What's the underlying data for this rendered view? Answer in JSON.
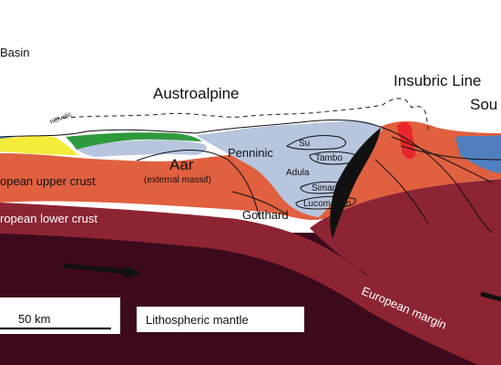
{
  "labels": {
    "basin": "Basin",
    "austroalpine": "Austroalpine",
    "insubric_line": "Insubric Line",
    "south_partial": "Sou",
    "helvetic": "Helvetic",
    "penninic": "Penninic",
    "su": "Su",
    "tambo": "Tambo",
    "adula": "Adula",
    "simano": "Simano",
    "lucomagno": "Lucomagno",
    "aar": "Aar",
    "aar_sub": "(external massif)",
    "gotthard": "Gotthard",
    "upper_crust": "opean upper crust",
    "lower_crust": "ropean lower crust",
    "mantle": "Lithospheric mantle",
    "european_margin": "European margin",
    "scale": "50 km"
  },
  "colors": {
    "mantle": "#3d0a1c",
    "lower_crust": "#8c2433",
    "upper_crust": "#e0603f",
    "penninic": "#b7c5de",
    "austro_blue": "#4f7fbf",
    "helvetic_yellow": "#f4ec3a",
    "molasse_green": "#2f9a3c",
    "insubric_red": "#e8262c",
    "black_wedge": "#111111"
  }
}
